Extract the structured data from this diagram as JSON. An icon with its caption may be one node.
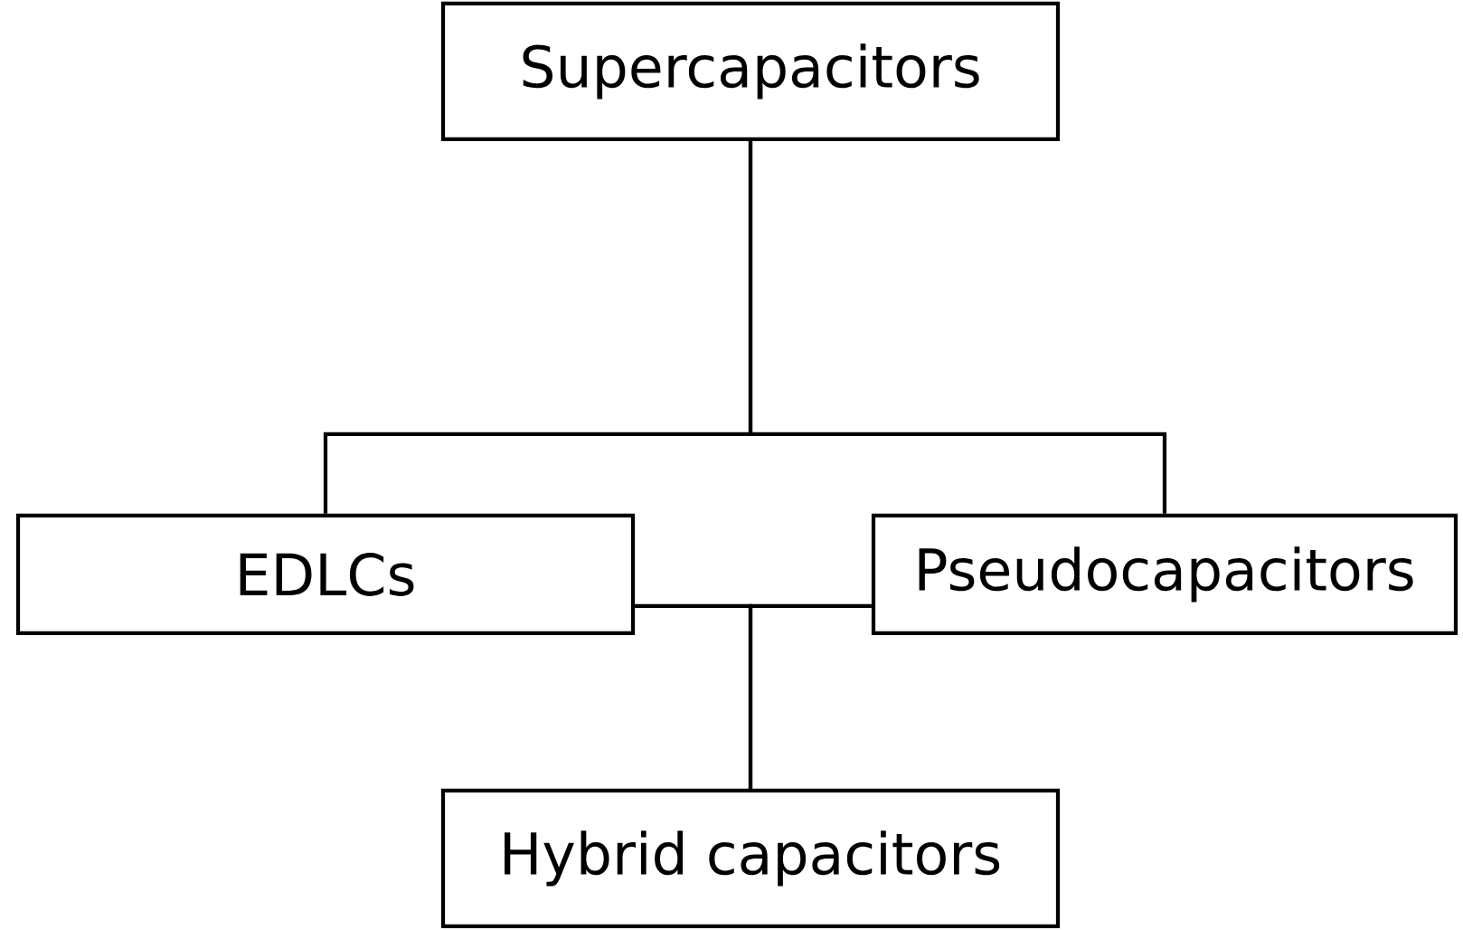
{
  "diagram": {
    "nodes": [
      {
        "text": [
          "Supercapacitors"
        ]
      },
      {
        "text": [
          "EDLCs"
        ]
      },
      {
        "text": [
          "Pseudocapacitors"
        ]
      },
      {
        "text": [
          "Hybrid capacitors"
        ]
      }
    ],
    "edges": [
      {
        "from": 0,
        "to": 1,
        "arrow": "none"
      },
      {
        "from": 0,
        "to": 2,
        "arrow": "none"
      },
      {
        "from": 1,
        "to": 3,
        "arrow": "none"
      },
      {
        "from": 2,
        "to": 3,
        "arrow": "none"
      }
    ]
  }
}
